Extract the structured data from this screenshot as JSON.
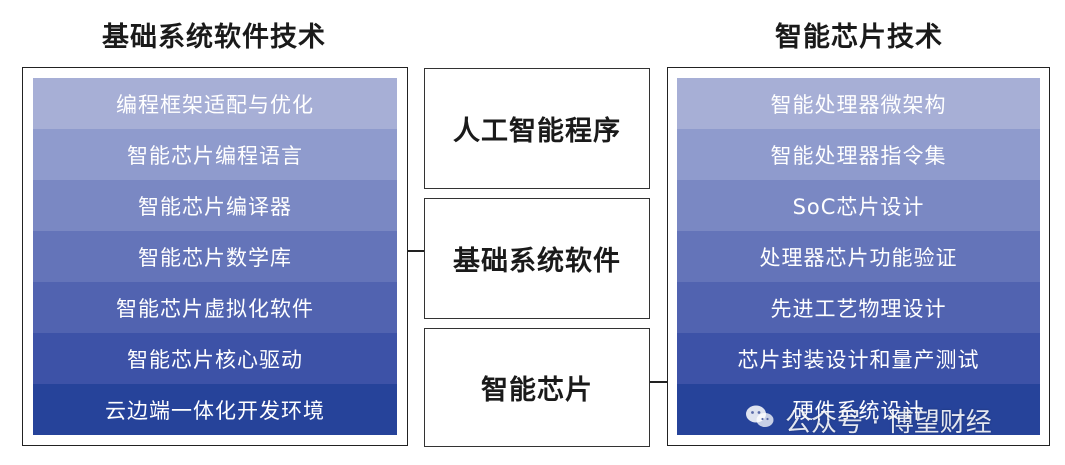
{
  "left": {
    "title": "基础系统软件技术",
    "items": [
      {
        "label": "编程框架适配与优化",
        "color": "#a7afd6"
      },
      {
        "label": "智能芯片编程语言",
        "color": "#8f9bcd"
      },
      {
        "label": "智能芯片编译器",
        "color": "#7a88c3"
      },
      {
        "label": "智能芯片数学库",
        "color": "#6474b9"
      },
      {
        "label": "智能芯片虚拟化软件",
        "color": "#5163b0"
      },
      {
        "label": "智能芯片核心驱动",
        "color": "#3d52a7"
      },
      {
        "label": "云边端一体化开发环境",
        "color": "#26439a"
      }
    ]
  },
  "middle": {
    "boxes": [
      {
        "label": "人工智能程序"
      },
      {
        "label": "基础系统软件"
      },
      {
        "label": "智能芯片"
      }
    ]
  },
  "right": {
    "title": "智能芯片技术",
    "items": [
      {
        "label": "智能处理器微架构",
        "color": "#a7afd6"
      },
      {
        "label": "智能处理器指令集",
        "color": "#8f9bcd"
      },
      {
        "label": "SoC芯片设计",
        "color": "#7a88c3"
      },
      {
        "label": "处理器芯片功能验证",
        "color": "#6474b9"
      },
      {
        "label": "先进工艺物理设计",
        "color": "#5163b0"
      },
      {
        "label": "芯片封装设计和量产测试",
        "color": "#3d52a7"
      },
      {
        "label": "硬件系统设计",
        "color": "#26439a"
      }
    ]
  },
  "watermark": {
    "text": "公众号 · 博望财经",
    "icon": "wechat-icon"
  }
}
